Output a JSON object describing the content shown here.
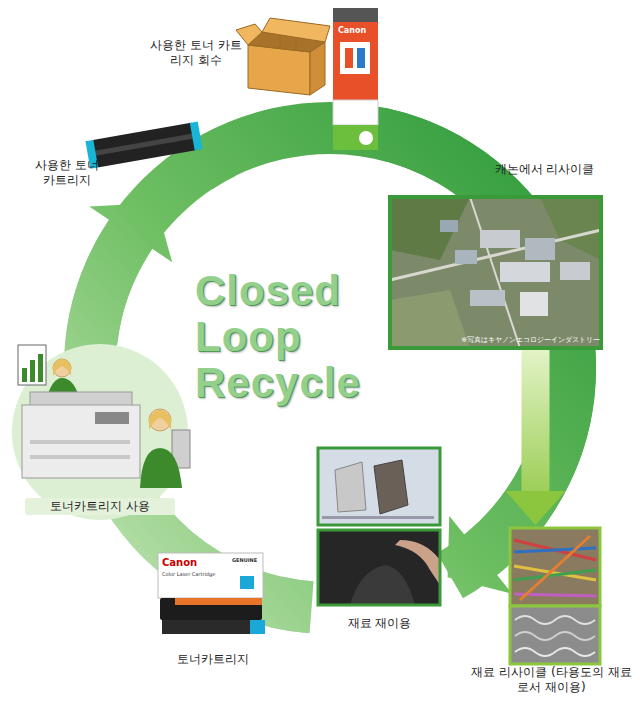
{
  "diagram": {
    "title": "Closed Loop Recycle",
    "nodes": [
      {
        "text": [
          "사용한 토너 카트리지 회수"
        ]
      },
      {
        "text": [
          "캐논에서 리사이클",
          "※写真はキヤノンエコロジーインダストリー"
        ]
      },
      {
        "text": [
          "재료 재이용"
        ]
      },
      {
        "text": [
          "재료 리사이클 (타용도의 재료로서 재이용)"
        ]
      },
      {
        "text": [
          "토너카트리지"
        ]
      },
      {
        "text": [
          "토너카트리지 사용"
        ]
      },
      {
        "text": [
          "사용한 토너 카트리지"
        ]
      }
    ],
    "edges": [
      {
        "from": 6,
        "to": 0,
        "arrow": "none"
      },
      {
        "from": 0,
        "to": 1,
        "arrow": "none"
      },
      {
        "from": 1,
        "to": 2,
        "arrow": "to"
      },
      {
        "from": 1,
        "to": 3,
        "arrow": "to"
      },
      {
        "from": 2,
        "to": 4,
        "arrow": "none"
      },
      {
        "from": 4,
        "to": 5,
        "arrow": "none"
      },
      {
        "from": 5,
        "to": 6,
        "arrow": "to"
      }
    ],
    "labels": [
      "Canon",
      "Canon",
      "Color Laser Cartridge",
      "GENUINE"
    ]
  }
}
